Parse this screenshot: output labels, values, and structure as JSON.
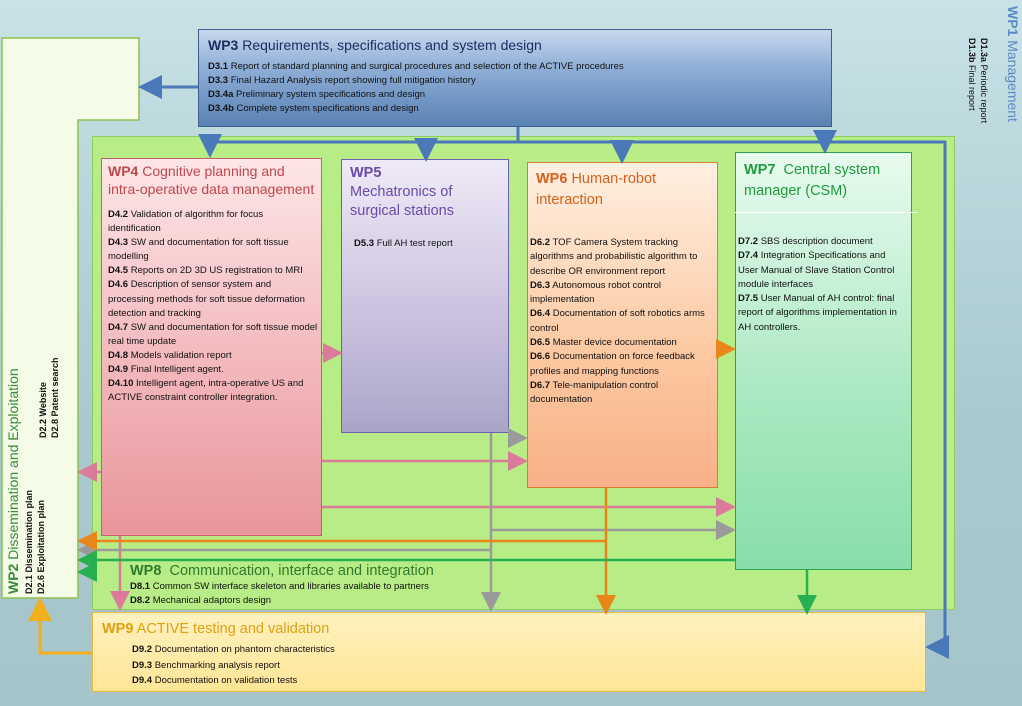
{
  "wp1": {
    "code": "WP1",
    "name": "Management",
    "items": [
      {
        "id": "D1.3a",
        "text": "Periodic report"
      },
      {
        "id": "D1.3b",
        "text": "Final report"
      }
    ]
  },
  "wp2": {
    "code": "WP2",
    "name": "Dissemination and Exploitation",
    "items": [
      {
        "id": "D2.1",
        "text": "Dissemination plan"
      },
      {
        "id": "D2.6",
        "text": "Exploitation plan"
      },
      {
        "id": "D2.2",
        "text": "Website"
      },
      {
        "id": "D2.8",
        "text": "Patent search"
      }
    ]
  },
  "wp3": {
    "code": "WP3",
    "name": "Requirements, specifications and system design",
    "items": [
      {
        "id": "D3.1",
        "text": "Report of standard planning and surgical procedures and selection of the ACTIVE procedures"
      },
      {
        "id": "D3.3",
        "text": "Final Hazard Analysis report showing full mitigation history"
      },
      {
        "id": "D3.4a",
        "text": "Preliminary system specifications and design"
      },
      {
        "id": "D3.4b",
        "text": "Complete system specifications and design"
      }
    ]
  },
  "wp4": {
    "code": "WP4",
    "name": "Cognitive planning and intra-operative data management",
    "items": [
      {
        "id": "D4.2",
        "text": "Validation of algorithm for focus identification"
      },
      {
        "id": "D4.3",
        "text": "SW and documentation for soft tissue modelling"
      },
      {
        "id": "D4.5",
        "text": "Reports on 2D 3D US registration to MRI"
      },
      {
        "id": "D4.6",
        "text": "Description of sensor system and processing methods for soft tissue deformation detection and tracking"
      },
      {
        "id": "D4.7",
        "text": "SW and documentation for soft tissue model real time update"
      },
      {
        "id": "D4.8",
        "text": "Models validation report"
      },
      {
        "id": "D4.9",
        "text": "Final Intelligent agent."
      },
      {
        "id": "D4.10",
        "text": "Intelligent agent, intra-operative US and ACTIVE constraint controller integration."
      }
    ]
  },
  "wp5": {
    "code": "WP5",
    "name": "Mechatronics of surgical stations",
    "items": [
      {
        "id": "D5.3",
        "text": "Full AH test report"
      }
    ]
  },
  "wp6": {
    "code": "WP6",
    "name": "Human-robot interaction",
    "items": [
      {
        "id": "D6.2",
        "text": "TOF Camera System tracking algorithms and probabilistic algorithm to describe OR environment report"
      },
      {
        "id": "D6.3",
        "text": "Autonomous robot control implementation"
      },
      {
        "id": "D6.4",
        "text": "Documentation of soft robotics arms control"
      },
      {
        "id": "D6.5",
        "text": "Master device documentation"
      },
      {
        "id": "D6.6",
        "text": "Documentation on force feedback profiles and mapping functions"
      },
      {
        "id": "D6.7",
        "text": "Tele-manipulation control documentation"
      }
    ]
  },
  "wp7": {
    "code": "WP7",
    "name": "Central system manager (CSM)",
    "items": [
      {
        "id": "D7.2",
        "text": "SBS description document"
      },
      {
        "id": "D7.4",
        "text": "Integration Specifications and User Manual of Slave Station Control module interfaces"
      },
      {
        "id": "D7.5",
        "text": "User Manual of AH control: final report of algorithms implementation  in AH controllers."
      }
    ]
  },
  "wp8": {
    "code": "WP8",
    "name": "Communication, interface and integration",
    "items": [
      {
        "id": "D8.1",
        "text": "Common SW interface skeleton and libraries available to partners"
      },
      {
        "id": "D8.2",
        "text": "Mechanical adaptors design"
      }
    ]
  },
  "wp9": {
    "code": "WP9",
    "name": "ACTIVE testing and validation",
    "items": [
      {
        "id": "D9.2",
        "text": "Documentation on phantom characteristics"
      },
      {
        "id": "D9.3",
        "text": "Benchmarking analysis report"
      },
      {
        "id": "D9.4",
        "text": "Documentation on validation tests"
      }
    ]
  },
  "colors": {
    "wp1": "#4a78b8",
    "wp2": "#3a8a3a",
    "wp3": "#2a4e86",
    "wp4": "#c0464e",
    "wp5": "#6b4aa8",
    "wp6": "#d8601a",
    "wp7": "#1e9a3e",
    "wp8": "#2e7a2e",
    "wp9": "#d89a10"
  }
}
